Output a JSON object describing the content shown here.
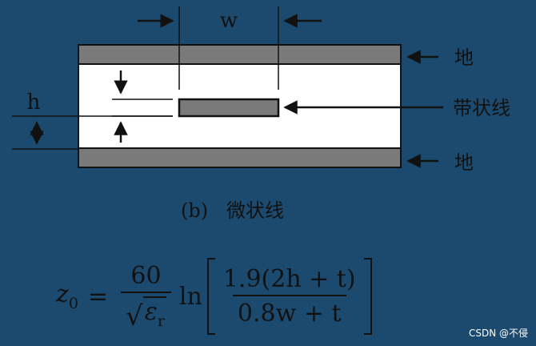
{
  "diagram": {
    "label_w": "w",
    "label_h": "h",
    "label_ground_top": "地",
    "label_strip": "带状线",
    "label_ground_bottom": "地",
    "caption": "(b)   微状线"
  },
  "formula": {
    "z": "z",
    "z_sub": "0",
    "equals": "=",
    "numerator": "60",
    "eps": "ε",
    "eps_sub": "r",
    "ln": "ln",
    "inner_numerator": "1.9(2h + t)",
    "inner_denominator": "0.8w + t"
  },
  "watermark": "CSDN @不侵",
  "colors": {
    "background": "#1c4a6e",
    "panel": "#ffffff",
    "ground": "#7a7a7a",
    "ink": "#111111"
  }
}
